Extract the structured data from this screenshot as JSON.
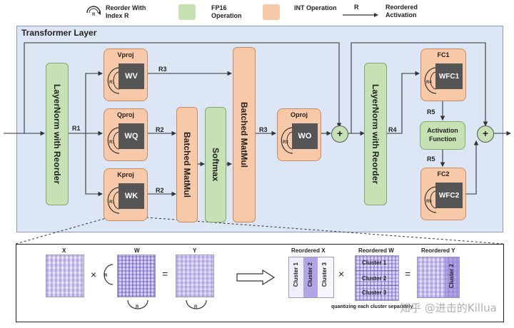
{
  "legend": {
    "reorder": "Reorder With Index R",
    "fp16": "FP16 Operation",
    "int": "INT Operation",
    "r_symbol": "R",
    "reordered_activation": "Reordered Activation"
  },
  "layer_title": "Transformer Layer",
  "layernorm1": "LayerNorm with Reorder",
  "layernorm2": "LayerNorm with Reorder",
  "vproj": {
    "label": "Vproj",
    "weight": "WV",
    "reorder": "R1"
  },
  "qproj": {
    "label": "Qproj",
    "weight": "WQ",
    "reorder": "R1"
  },
  "kproj": {
    "label": "Kproj",
    "weight": "WK",
    "reorder": "R1"
  },
  "oproj": {
    "label": "Oproj",
    "weight": "WO",
    "reorder": "R3"
  },
  "fc1": {
    "label": "FC1",
    "weight": "WFC1",
    "reorder": "R4"
  },
  "fc2": {
    "label": "FC2",
    "weight": "WFC2",
    "reorder": "R5"
  },
  "batched_matmul_1": "Batched MatMul",
  "batched_matmul_2": "Batched MatMul",
  "softmax": "Softmax",
  "activation": "Activation Function",
  "plus_symbol": "+",
  "r_labels": {
    "r1": "R1",
    "r2a": "R2",
    "r2b": "R2",
    "r3a": "R3",
    "r3b": "R3",
    "r4": "R4",
    "r5a": "R5",
    "r5b": "R5"
  },
  "bottom": {
    "x_label": "X",
    "w_label": "W",
    "y_label": "Y",
    "times": "×",
    "equals": "=",
    "r_icon": "R",
    "reordered_x": "Reordered X",
    "reordered_w": "Reordered W",
    "reordered_y": "Reordered Y",
    "cluster1": "Cluster 1",
    "cluster2": "Cluster 2",
    "cluster3": "Cluster 3",
    "note": "quantizing each cluster separately",
    "watermark": "知乎 @进击的Killua"
  },
  "colors": {
    "fp16_green": "#c6e2b4",
    "int_orange": "#f8c9a8",
    "layer_bg": "#dde6f4",
    "weight_dark": "#555555",
    "matrix_purple": "#7b6bc9"
  }
}
